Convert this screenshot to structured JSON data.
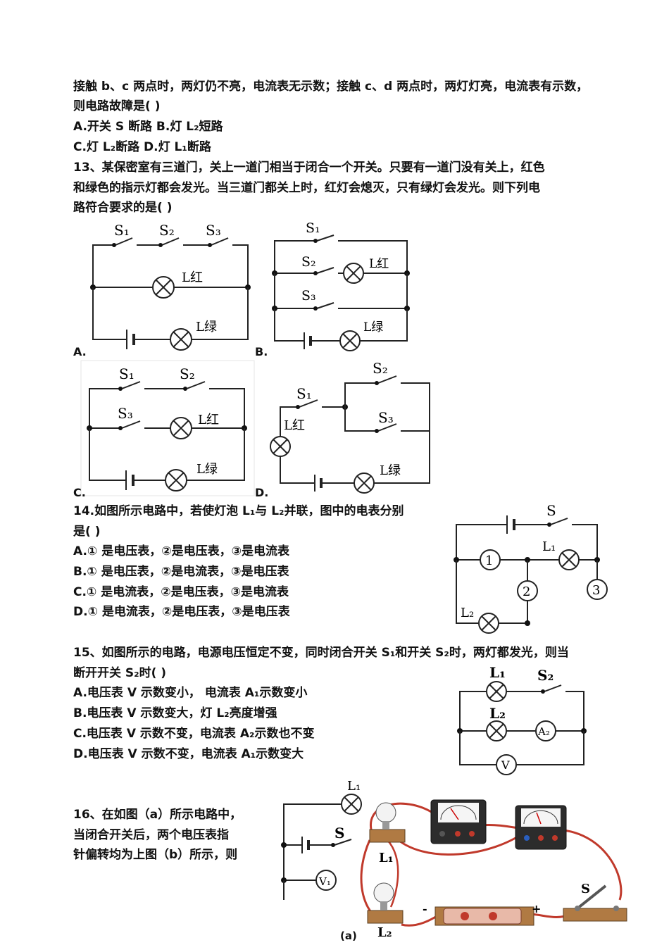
{
  "q12": {
    "line1": "接触 b、c 两点时，两灯仍不亮，电流表无示数；接触 c、d 两点时，两灯灯亮，电流表有示数，",
    "line2": "则电路故障是(    )",
    "optAB": "A.开关 S 断路   B.灯 L₂短路",
    "optCD": "C.灯 L₂断路   D.灯 L₁断路"
  },
  "q13": {
    "line1": "13、某保密室有三道门，关上一道门相当于闭合一个开关。只要有一道门没有关上，红色",
    "line2": "和绿色的指示灯都会发光。当三道门都关上时，红灯会熄灭，只有绿灯会发光。则下列电",
    "line3": "路符合要求的是(    )",
    "labels": [
      "A.",
      "B.",
      "C.",
      "D."
    ]
  },
  "q14": {
    "line1": "14.如图所示电路中，若使灯泡 L₁与 L₂并联，图中的电表分别",
    "line2": "是(    )",
    "options": [
      "A.① 是电压表，②是电压表，③是电流表",
      "B.① 是电压表，②是电流表，③是电压表",
      "C.① 是电流表，②是电压表，③是电流表",
      "D.① 是电流表，②是电压表，③是电压表"
    ]
  },
  "q15": {
    "line1": "15、如图所示的电路，电源电压恒定不变，同时闭合开关 S₁和开关 S₂时，两灯都发光，则当",
    "line2": "断开开关 S₂时(    )",
    "options": [
      "A.电压表 V 示数变小， 电流表 A₁示数变小",
      "B.电压表 V 示数变大，灯 L₂亮度增强",
      "C.电压表 V 示数不变，电流表 A₂示数也不变",
      "D.电压表 V 示数不变，电流表 A₁示数变大"
    ]
  },
  "q16": {
    "line1": "16、在如图（a）所示电路中，",
    "line2": "当闭合开关后，两个电压表指",
    "line3": "针偏转均为上图（b）所示，则",
    "caption": "(a)"
  },
  "diagram_text": {
    "S1": "S₁",
    "S2": "S₂",
    "S3": "S₃",
    "S": "S",
    "Lred": "L红",
    "Lgreen": "L绿",
    "L1": "L₁",
    "L2": "L₂",
    "A2": "A₂",
    "V": "V",
    "V1": "V₁",
    "m1": "1",
    "m2": "2",
    "m3": "3",
    "plus": "+",
    "minus": "-"
  }
}
